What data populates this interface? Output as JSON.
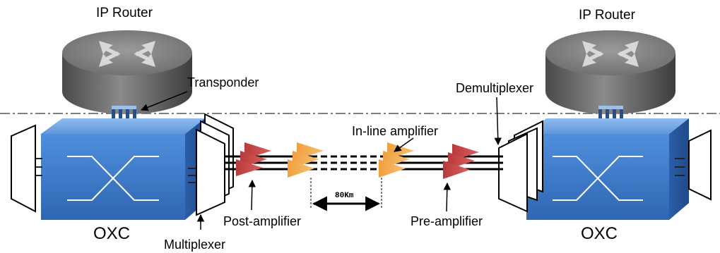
{
  "labels": {
    "router_left": "IP Router",
    "router_right": "IP Router",
    "transponder": "Transponder",
    "demultiplexer": "Demultiplexer",
    "inline_amplifier": "In-line amplifier",
    "post_amplifier": "Post-amplifier",
    "pre_amplifier": "Pre-amplifier",
    "oxc_left": "OXC",
    "oxc_right": "OXC",
    "multiplexer": "Multiplexer",
    "distance": "80Km"
  },
  "colors": {
    "oxc_box": "#3a78c8",
    "router": "#6b6b6b",
    "post_pre_amplifier": "#c44444",
    "inline_amplifier": "#f0a040"
  }
}
